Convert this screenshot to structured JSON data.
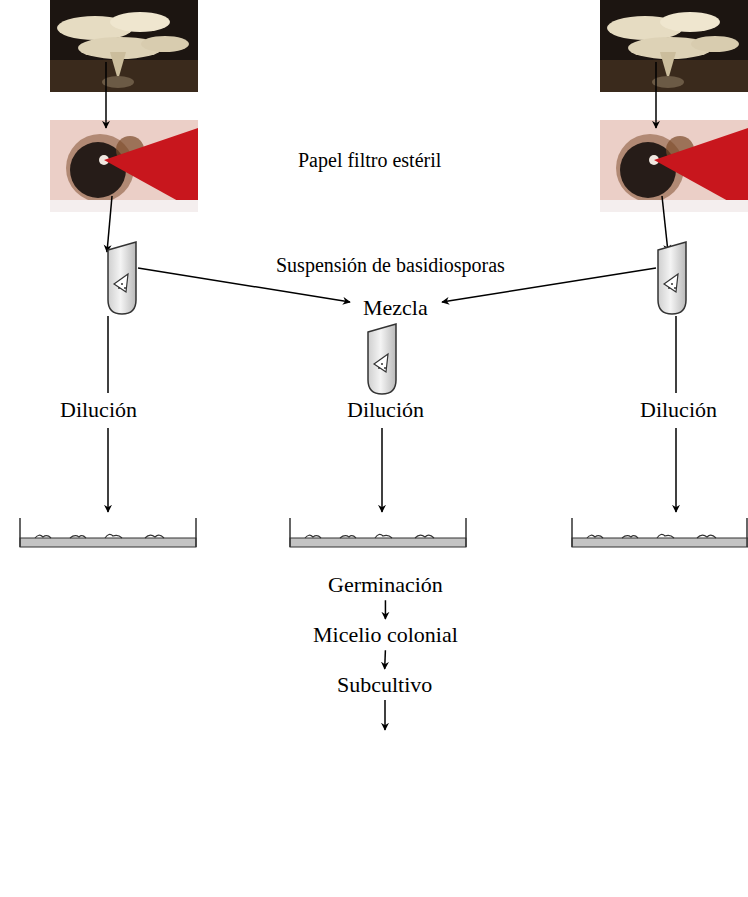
{
  "diagram": {
    "nodes": [
      {
        "text": [
          "Mezcla"
        ]
      },
      {
        "text": [
          "Dilución"
        ]
      },
      {
        "text": [
          "Dilución"
        ]
      },
      {
        "text": [
          "Dilución"
        ]
      },
      {
        "text": [
          "Germinación"
        ]
      },
      {
        "text": [
          "Micelio colonial"
        ]
      },
      {
        "text": [
          "Subcultivo"
        ]
      }
    ],
    "edges": [
      {
        "from": 4,
        "to": 5,
        "arrow": "to"
      },
      {
        "from": 5,
        "to": 6,
        "arrow": "to"
      }
    ],
    "labels": [
      "Papel filtro estéril",
      "Suspensión de basidiosporas"
    ]
  }
}
